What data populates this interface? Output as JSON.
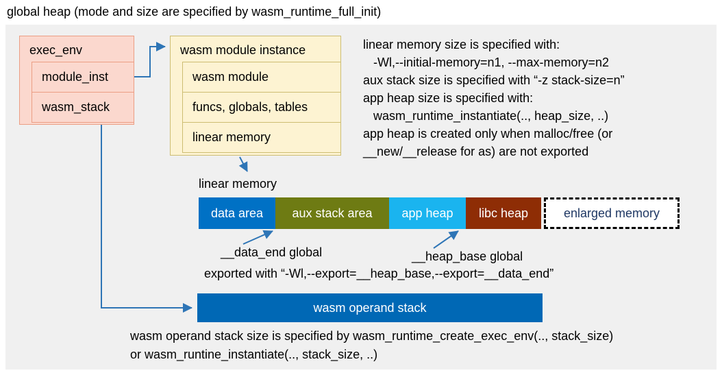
{
  "title": "global heap (mode and size are specified by wasm_runtime_full_init)",
  "exec_env": {
    "label": "exec_env",
    "children": [
      {
        "label": "module_inst"
      },
      {
        "label": "wasm_stack"
      }
    ]
  },
  "module_instance": {
    "label": "wasm module instance",
    "children": [
      {
        "label": "wasm module"
      },
      {
        "label": "funcs, globals, tables"
      },
      {
        "label": "linear memory"
      }
    ]
  },
  "notes": {
    "lines": [
      "linear memory size is specified with:",
      "   -Wl,--initial-memory=n1, --max-memory=n2",
      "aux stack size is specified with “-z stack-size=n”",
      "app heap size is specified with:",
      "   wasm_runtime_instantiate(.., heap_size, ..)",
      "app heap is created only when malloc/free (or",
      "__new/__release for as) are not exported"
    ]
  },
  "linear_memory": {
    "label": "linear memory",
    "segments": [
      {
        "label": "data area",
        "color": "#0071c5",
        "text_color": "#ffffff"
      },
      {
        "label": "aux stack area",
        "color": "#6e7b13",
        "text_color": "#ffffff"
      },
      {
        "label": "app heap",
        "color": "#1ab4ef",
        "text_color": "#ffffff"
      },
      {
        "label": "libc heap",
        "color": "#8e2d05",
        "text_color": "#ffffff"
      },
      {
        "label": "enlarged memory",
        "color": "#ffffff",
        "text_color": "#1f3864"
      }
    ]
  },
  "annotations": {
    "data_end": "__data_end global",
    "heap_base": "__heap_base global",
    "exported": "exported with “-Wl,--export=__heap_base,--export=__data_end”"
  },
  "operand_stack": {
    "label": "wasm operand stack",
    "note_line1": "wasm operand stack size is specified by wasm_runtime_create_exec_env(.., stack_size)",
    "note_line2": "or wasm_runtine_instantiate(.., stack_size, ..)"
  },
  "colors": {
    "background": "#f0f0f0",
    "pink_fill": "#fbd8ce",
    "pink_border": "#eb9e84",
    "cream_fill": "#fdf3d2",
    "cream_border": "#cdbd72",
    "arrow": "#2e75b6",
    "operand_stack_fill": "#0068b5"
  }
}
